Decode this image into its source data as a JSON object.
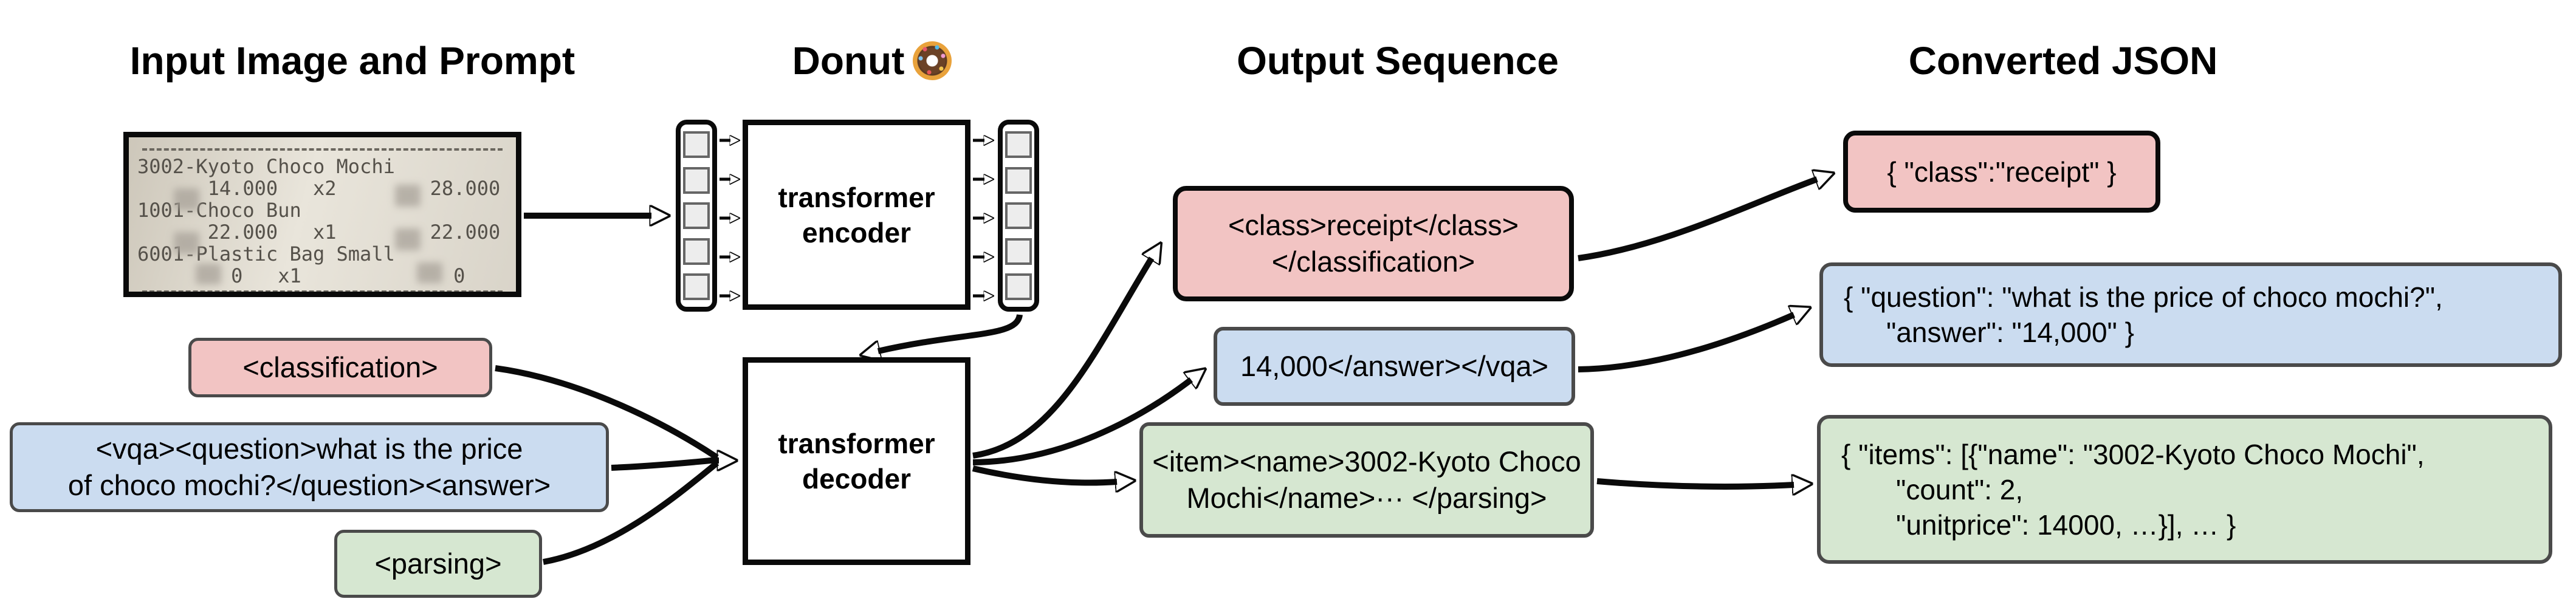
{
  "headers": {
    "input": "Input Image and Prompt",
    "model": "Donut",
    "output": "Output Sequence",
    "json": "Converted JSON"
  },
  "model": {
    "encoder": "transformer encoder",
    "decoder": "transformer decoder"
  },
  "receipt": {
    "lines": [
      "3002-Kyoto Choco Mochi",
      "      14.000   x2        28.000",
      "1001-Choco Bun",
      "      22.000   x1        22.000",
      "6001-Plastic Bag Small",
      "        0   x1             0"
    ]
  },
  "prompts": {
    "classification": "<classification>",
    "vqa_line1": "<vqa><question>what is the price",
    "vqa_line2": "of choco mochi?</question><answer>",
    "parsing": "<parsing>"
  },
  "outputs": {
    "classification_line1": "<class>receipt</class>",
    "classification_line2": "</classification>",
    "vqa": "14,000</answer></vqa>",
    "parsing_line1": "<item><name>3002-Kyoto Choco",
    "parsing_line2": "Mochi</name>··· </parsing>"
  },
  "json_outputs": {
    "classification": "{ \"class\":\"receipt\" }",
    "vqa_line1": "{ \"question\": \"what is the price of choco mochi?\",",
    "vqa_line2": "\"answer\": \"14,000\" }",
    "parsing_line1": "{ \"items\": [{\"name\": \"3002-Kyoto Choco Mochi\",",
    "parsing_line2": "\"count\": 2,",
    "parsing_line3": "\"unitprice\": 14000, …}], … }"
  },
  "colors": {
    "classification_fill": "#f2c4c3",
    "vqa_fill": "#cbdcf0",
    "parsing_fill": "#d6e7d1",
    "arrow": "#0a0a0a",
    "border_gray": "#4a4a4a"
  }
}
